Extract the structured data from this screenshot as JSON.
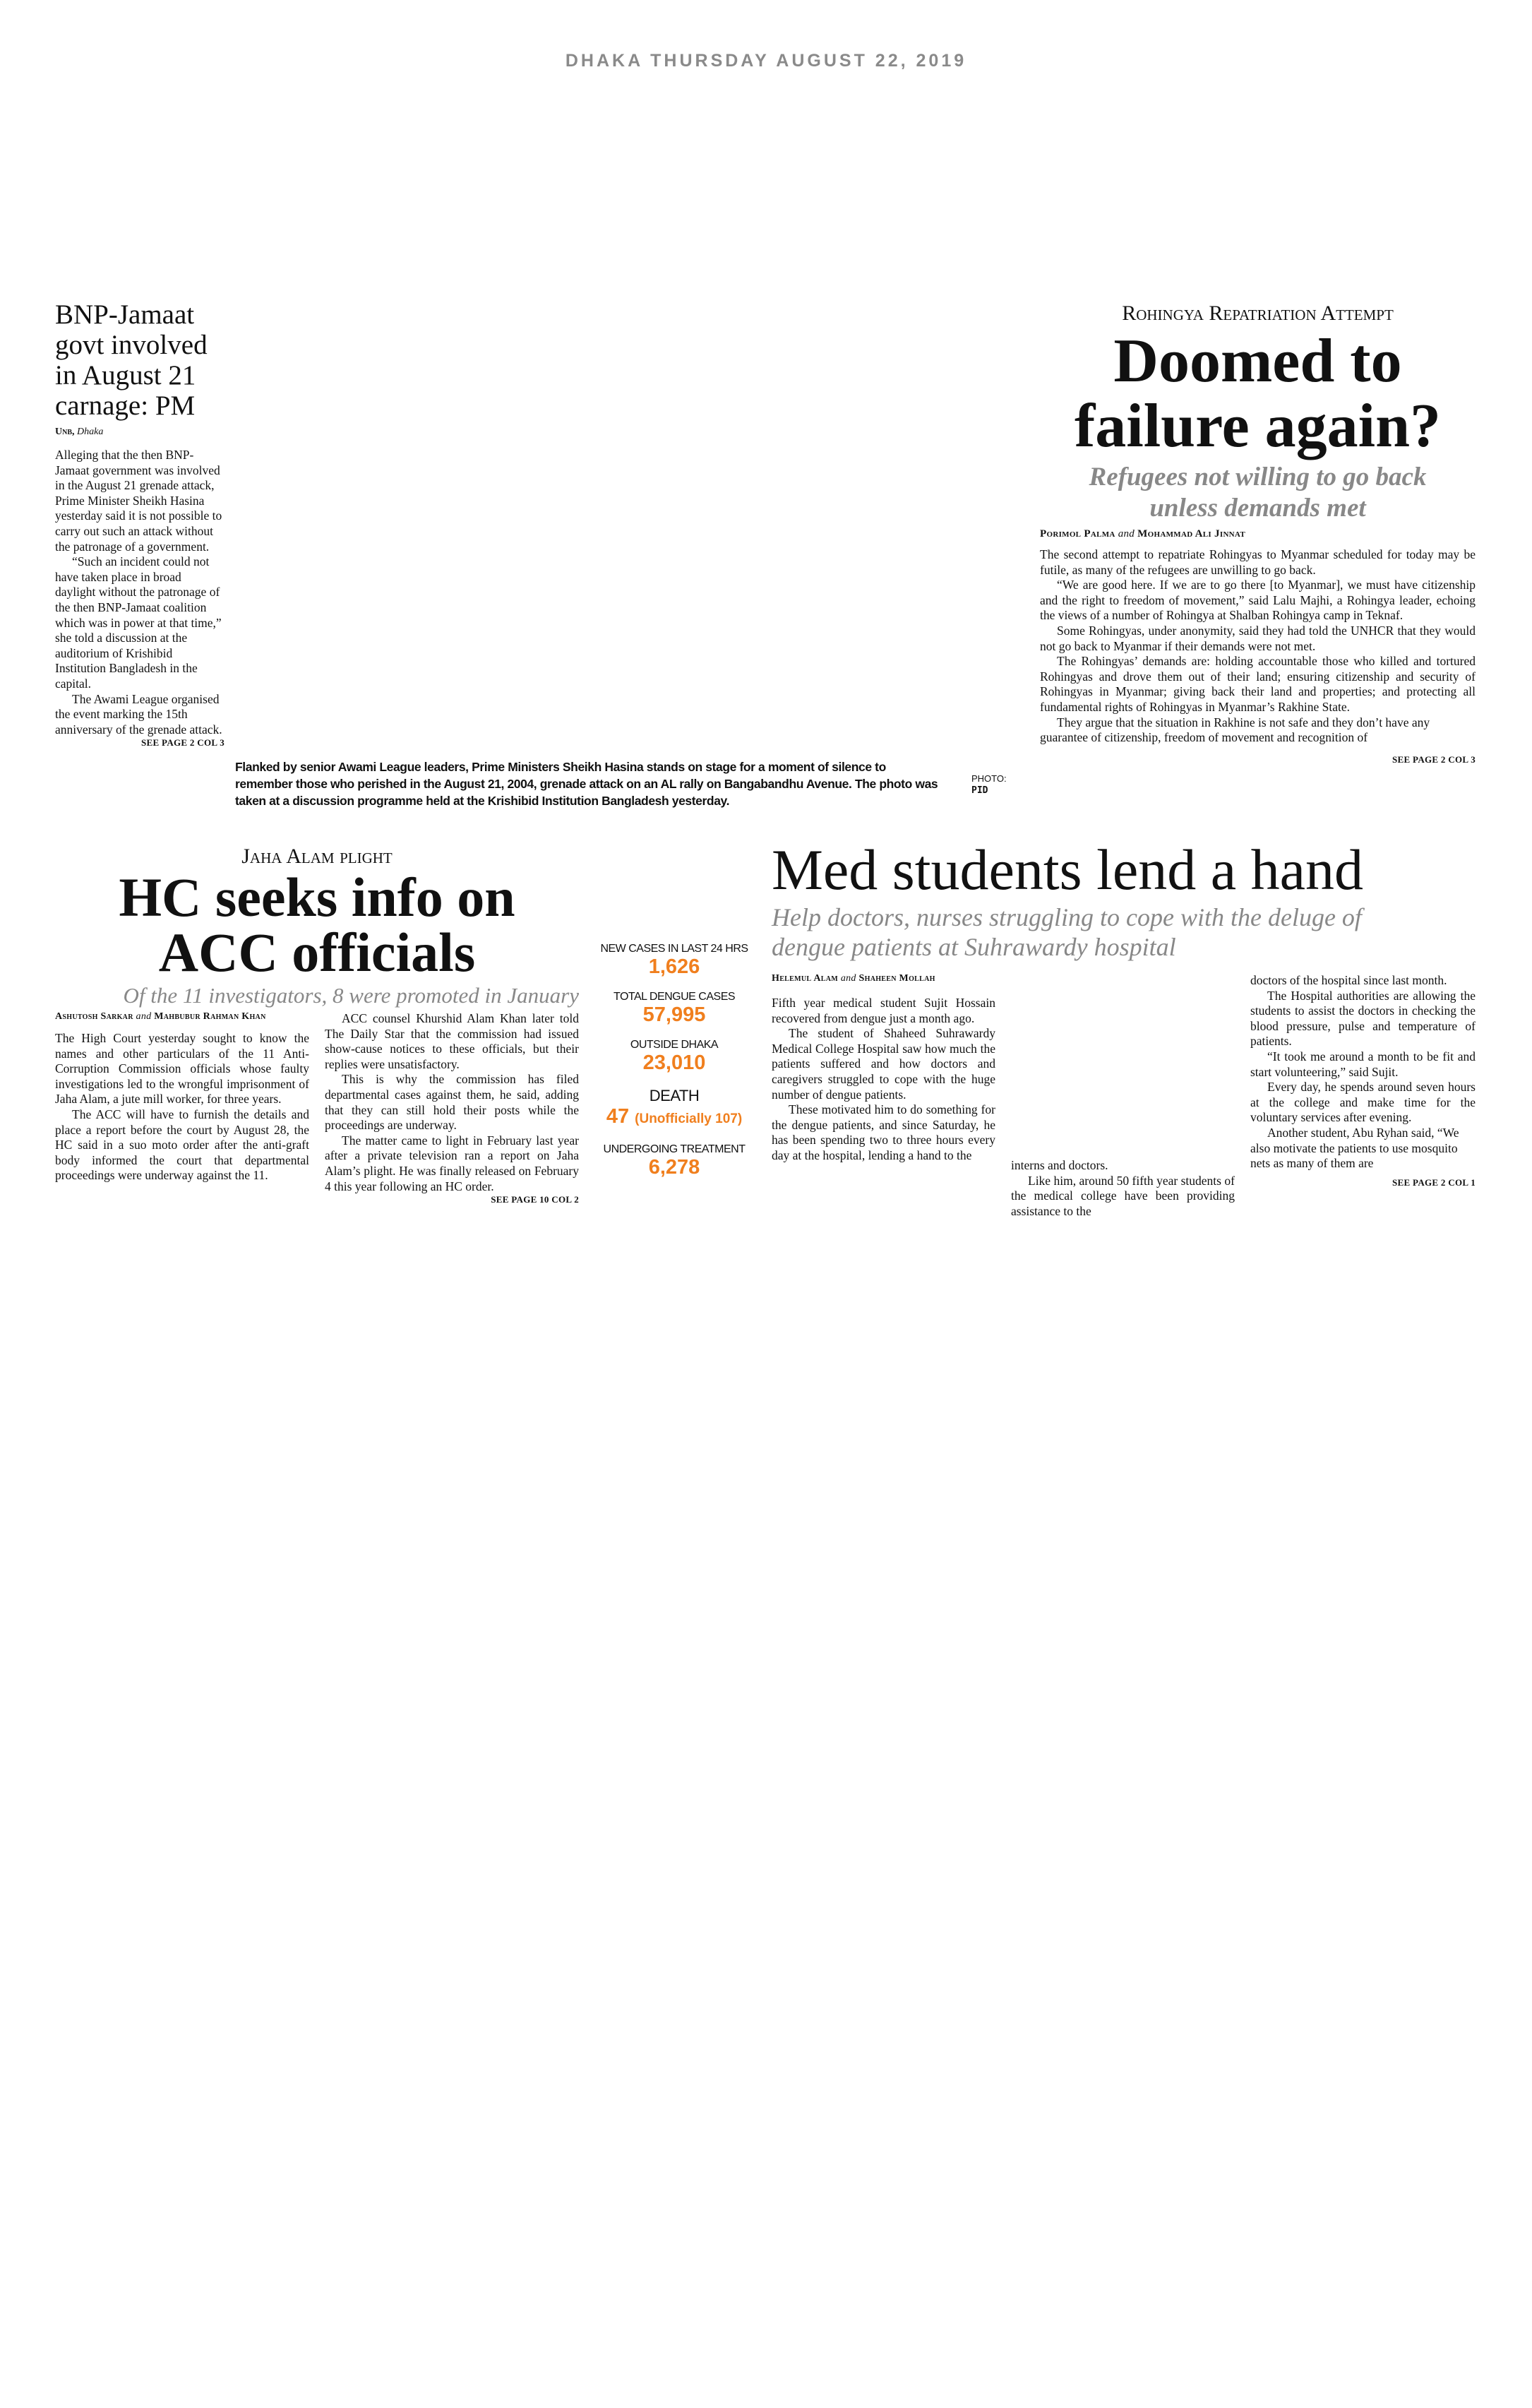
{
  "dateline": "DHAKA THURSDAY AUGUST 22, 2019",
  "bnp": {
    "headline": "BNP-Jamaat govt involved in August 21 carnage: PM",
    "byline_agency": "Unb,",
    "byline_place": "Dhaka",
    "paragraphs": [
      "Alleging that the then BNP-Jamaat government was involved in the August 21 grenade attack, Prime Minister Sheikh Hasina yesterday said it is not possible to carry out such an attack without the patronage of a government.",
      "“Such an incident could not have taken place in broad daylight without the patronage of the then BNP-Jamaat coalition which was in power at that time,” she told a discussion at the auditorium of Krishibid Institution Bangladesh in the capital.",
      "The Awami League organised the event marking the 15th anniversary of the grenade attack."
    ],
    "see_page": "SEE PAGE 2 COL 3"
  },
  "photo": {
    "caption": "Flanked by senior Awami League leaders, Prime Ministers Sheikh Hasina stands on stage for a moment of silence to remember those who perished in the August 21, 2004, grenade attack on an AL rally on Bangabandhu Avenue. The photo was taken at a discussion programme held at the Krishibid Institution Bangladesh yesterday.",
    "credit_label": "PHOTO:",
    "credit": "PID"
  },
  "rohingya": {
    "kicker": "Rohingya Repatriation Attempt",
    "headline_line1": "Doomed to",
    "headline_line2": "failure again?",
    "deck": "Refugees not willing to go back unless demands met",
    "byline_a": "Porimol Palma",
    "byline_and": "and",
    "byline_b": "Mohammad Ali Jinnat",
    "paragraphs": [
      "The second attempt to repatriate Rohingyas to Myanmar scheduled for today may be futile, as many of the refugees are unwilling to go back.",
      "“We are good here. If we are to go there [to Myanmar], we must have citizenship and the right to freedom of movement,” said Lalu Majhi, a Rohingya leader, echoing the views of a number of Rohingya at Shalban Rohingya camp in Teknaf.",
      "Some Rohingyas, under anonymity, said they had told the UNHCR that they would not go back to Myanmar if their demands were not met.",
      "The Rohingyas’ demands are: holding accountable those who killed and tortured Rohingyas and drove them out of their land; ensuring citizenship and security of Rohingyas in Myanmar; giving back their land and properties; and protecting all fundamental rights of Rohingyas in Myanmar’s Rakhine State.",
      "They argue that the situation in Rakhine is not safe and they don’t have any guarantee of citizenship, freedom of movement and recognition of"
    ],
    "see_page": "SEE PAGE 2 COL 3"
  },
  "hc": {
    "kicker": "Jaha Alam plight",
    "headline_line1": "HC seeks info on",
    "headline_line2": "ACC officials",
    "deck": "Of the 11 investigators, 8 were promoted in January",
    "byline_a": "Ashutosh Sarkar",
    "byline_and": "and",
    "byline_b": "Mahbubur Rahman Khan",
    "col1": [
      "The High Court yesterday sought to know the names and other particulars of the 11 Anti-Corruption Commission officials whose faulty investigations led to the wrongful imprisonment of Jaha Alam, a jute mill worker, for three years.",
      "The ACC will have to furnish the details and place a report before the court by August 28, the HC said in a suo moto order after the anti-graft body informed the court that departmental proceedings were underway against the 11."
    ],
    "col2": [
      "ACC counsel Khurshid Alam Khan later told The Daily Star that the commission had issued show-cause notices to these officials, but their replies were unsatisfactory.",
      "This is why the commission has filed departmental cases against them, he said, adding that they can still hold their posts while the proceedings are underway.",
      "The matter came to light in February last year after a private television ran a report on Jaha Alam’s plight. He was finally released on February 4 this year following an HC order."
    ],
    "see_page": "SEE PAGE 10 COL 2"
  },
  "dengue_stats": {
    "accent_color": "#f07f1e",
    "items": [
      {
        "label": "NEW CASES IN LAST 24 HRS",
        "value": "1,626"
      },
      {
        "label": "TOTAL DENGUE CASES",
        "value": "57,995"
      },
      {
        "label": "OUTSIDE DHAKA",
        "value": "23,010"
      },
      {
        "label": "DEATH",
        "value": "47",
        "note": "(Unofficially 107)"
      },
      {
        "label": "UNDERGOING TREATMENT",
        "value": "6,278"
      }
    ]
  },
  "med": {
    "headline": "Med students lend a hand",
    "deck": "Help doctors, nurses struggling to cope with the deluge of dengue patients at Suhrawardy hospital",
    "byline_a": "Helemul Alam",
    "byline_and": "and",
    "byline_b": "Shaheen Mollah",
    "col1": [
      "Fifth year medical student Sujit Hossain recovered from dengue just a month ago.",
      "The student of Shaheed Suhrawardy Medical College Hospital saw how much the patients suffered and how doctors and caregivers struggled to cope with the huge number of dengue patients.",
      "These motivated him to do something for the dengue patients, and since Saturday, he has been spending two to three hours every day at the hospital, lending a hand to the"
    ],
    "col2": [
      "interns and doctors.",
      "Like him, around 50 fifth year students of the medical college have been providing assistance to the"
    ],
    "col3": [
      "doctors of the hospital since last month.",
      "The Hospital authorities are allowing the students to assist the doctors in checking the blood pressure, pulse and temperature of patients.",
      "“It took me around a month to be fit and start volunteering,” said Sujit.",
      "Every day, he spends around seven hours at the college and make time for the voluntary services after evening.",
      "Another student, Abu Ryhan said, “We also motivate the patients to use mosquito nets as many of them are"
    ],
    "see_page": "SEE PAGE 2 COL 1"
  }
}
